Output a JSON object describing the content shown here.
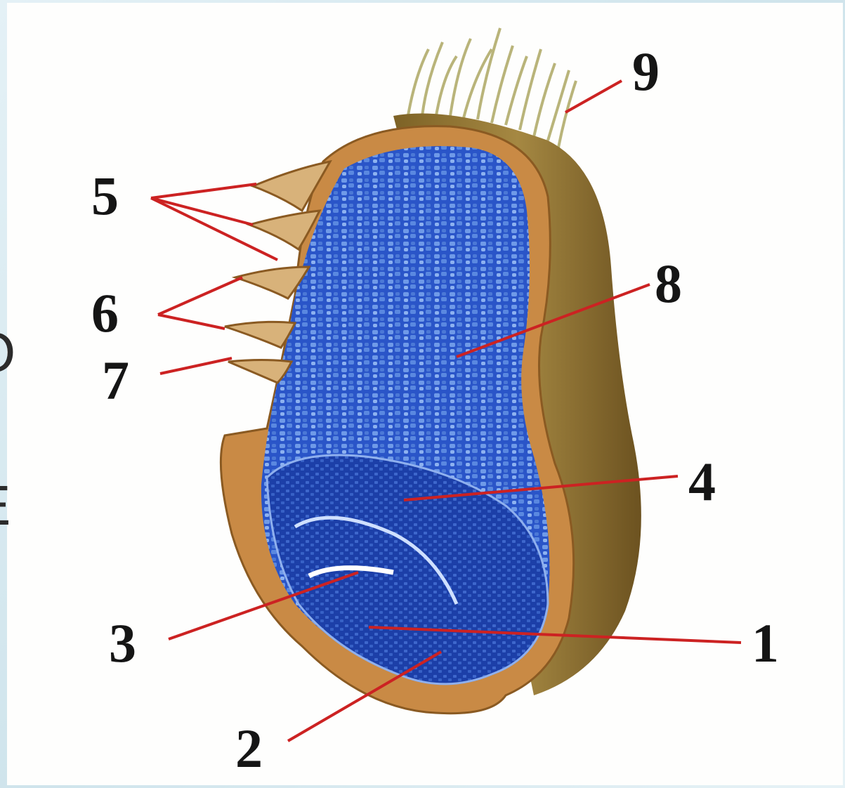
{
  "diagram": {
    "callouts": [
      {
        "id": "1",
        "label": "1"
      },
      {
        "id": "2",
        "label": "2"
      },
      {
        "id": "3",
        "label": "3"
      },
      {
        "id": "4",
        "label": "4"
      },
      {
        "id": "5",
        "label": "5"
      },
      {
        "id": "6",
        "label": "6"
      },
      {
        "id": "7",
        "label": "7"
      },
      {
        "id": "8",
        "label": "8"
      },
      {
        "id": "9",
        "label": "9"
      }
    ],
    "colors": {
      "leader_line": "#cc2222",
      "endosperm": "#2a55c8",
      "embryo": "#1c3fa8",
      "seed_coat": "#c98a45",
      "hull": "#9a7a33",
      "hairs": "#b9b47a"
    }
  },
  "background_glyphs": {
    "left_edge_upper": "O",
    "left_edge_lower": "E"
  }
}
